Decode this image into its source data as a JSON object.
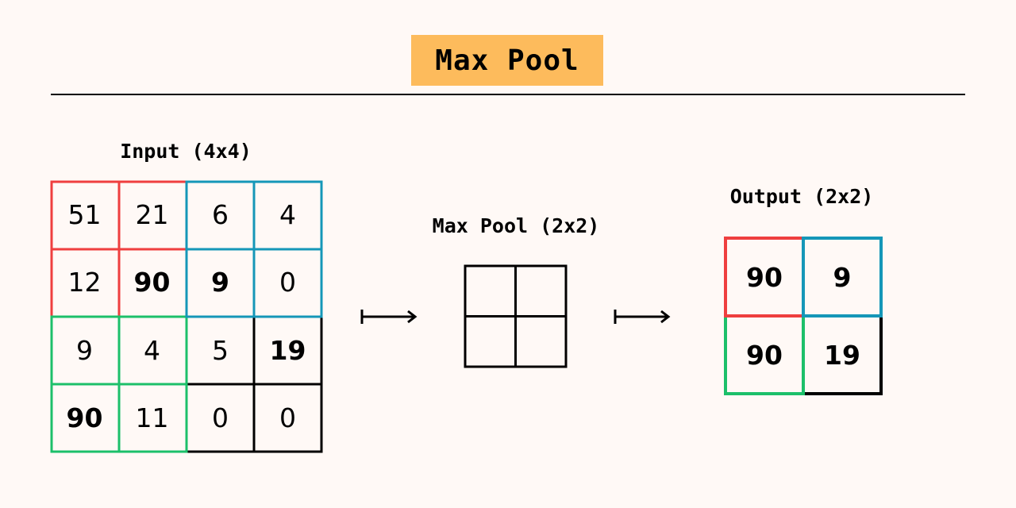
{
  "title": "Max Pool",
  "input": {
    "label": "Input (4x4)",
    "rows": [
      [
        "51",
        "21",
        "6",
        "4"
      ],
      [
        "12",
        "90",
        "9",
        "0"
      ],
      [
        "9",
        "4",
        "5",
        "19"
      ],
      [
        "90",
        "11",
        "0",
        "0"
      ]
    ]
  },
  "kernel": {
    "label": "Max Pool (2x2)"
  },
  "output": {
    "label": "Output (2x2)",
    "rows": [
      [
        "90",
        "9"
      ],
      [
        "90",
        "19"
      ]
    ]
  },
  "colors": {
    "red": "#ef3f3f",
    "blue": "#1597b8",
    "green": "#1cc06a",
    "black": "#000000",
    "badge": "#fdbb5c",
    "background": "#fff9f6"
  }
}
